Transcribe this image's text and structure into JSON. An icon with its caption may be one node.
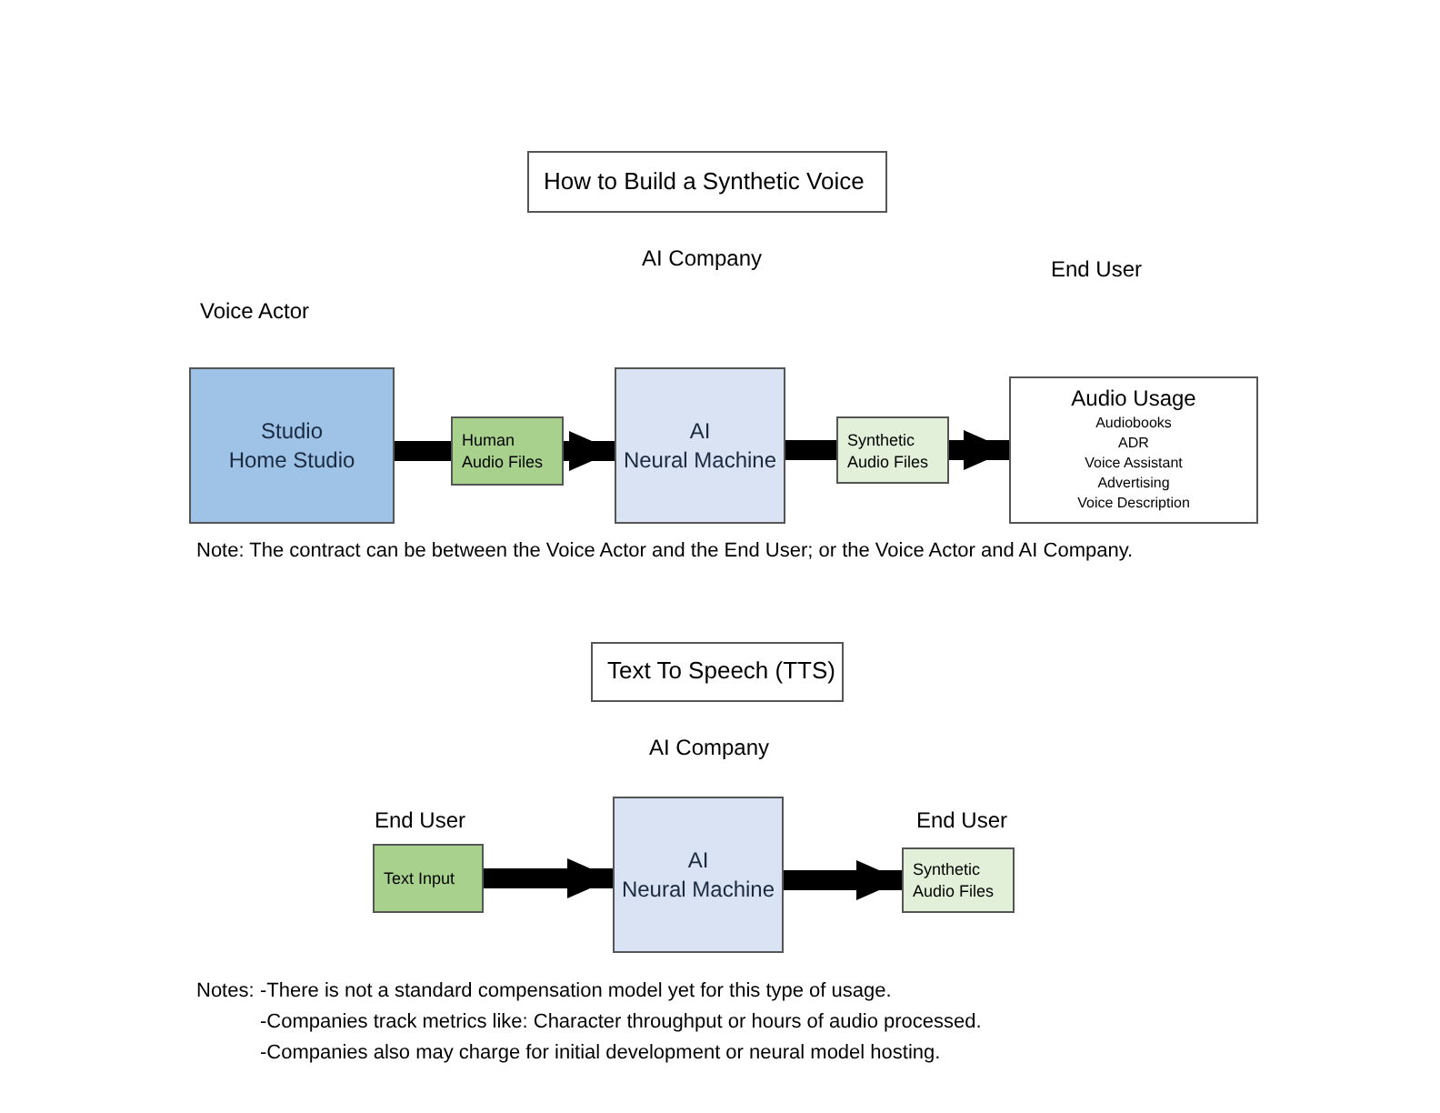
{
  "diagram": {
    "nodes": [
      {
        "text": [
          "How to Build a Synthetic Voice"
        ]
      },
      {
        "text": [
          "Studio",
          "Home Studio"
        ],
        "beside": [
          "Voice Actor"
        ]
      },
      {
        "text": [
          "Human Audio Files"
        ]
      },
      {
        "text": [
          "AI",
          "Neural Machine"
        ]
      },
      {
        "text": [
          "Synthetic Audio Files"
        ]
      },
      {
        "text": [
          "Audio Usage",
          "Audiobooks",
          "ADR",
          "Voice Assistant",
          "Advertising",
          "Voice Description"
        ]
      },
      {
        "text": [
          "Text To Speech (TTS)"
        ]
      },
      {
        "text": [
          "Text Input"
        ],
        "beside": [
          "End User"
        ]
      },
      {
        "text": [
          "AI",
          "Neural Machine"
        ],
        "beside": [
          "AI Company"
        ]
      },
      {
        "text": [
          "Synthetic Audio Files"
        ],
        "beside": [
          "End User"
        ]
      }
    ],
    "edges": [
      {
        "from": 1,
        "to": 2,
        "arrow": "none"
      },
      {
        "from": 2,
        "to": 3,
        "arrow": "to"
      },
      {
        "from": 3,
        "to": 4,
        "arrow": "none"
      },
      {
        "from": 4,
        "to": 5,
        "arrow": "to"
      },
      {
        "from": 7,
        "to": 8,
        "arrow": "to"
      },
      {
        "from": 8,
        "to": 9,
        "arrow": "to"
      }
    ],
    "labels": [
      "AI Company",
      "End User",
      "Note: The contract can be between the Voice Actor and the End User; or the Voice Actor and AI Company.",
      "Notes:",
      "-There is not a standard compensation model yet for this type of usage.",
      "-Companies track metrics like: Character throughput or hours of audio processed.",
      "-Companies also may charge for initial development or neural model hosting."
    ]
  }
}
